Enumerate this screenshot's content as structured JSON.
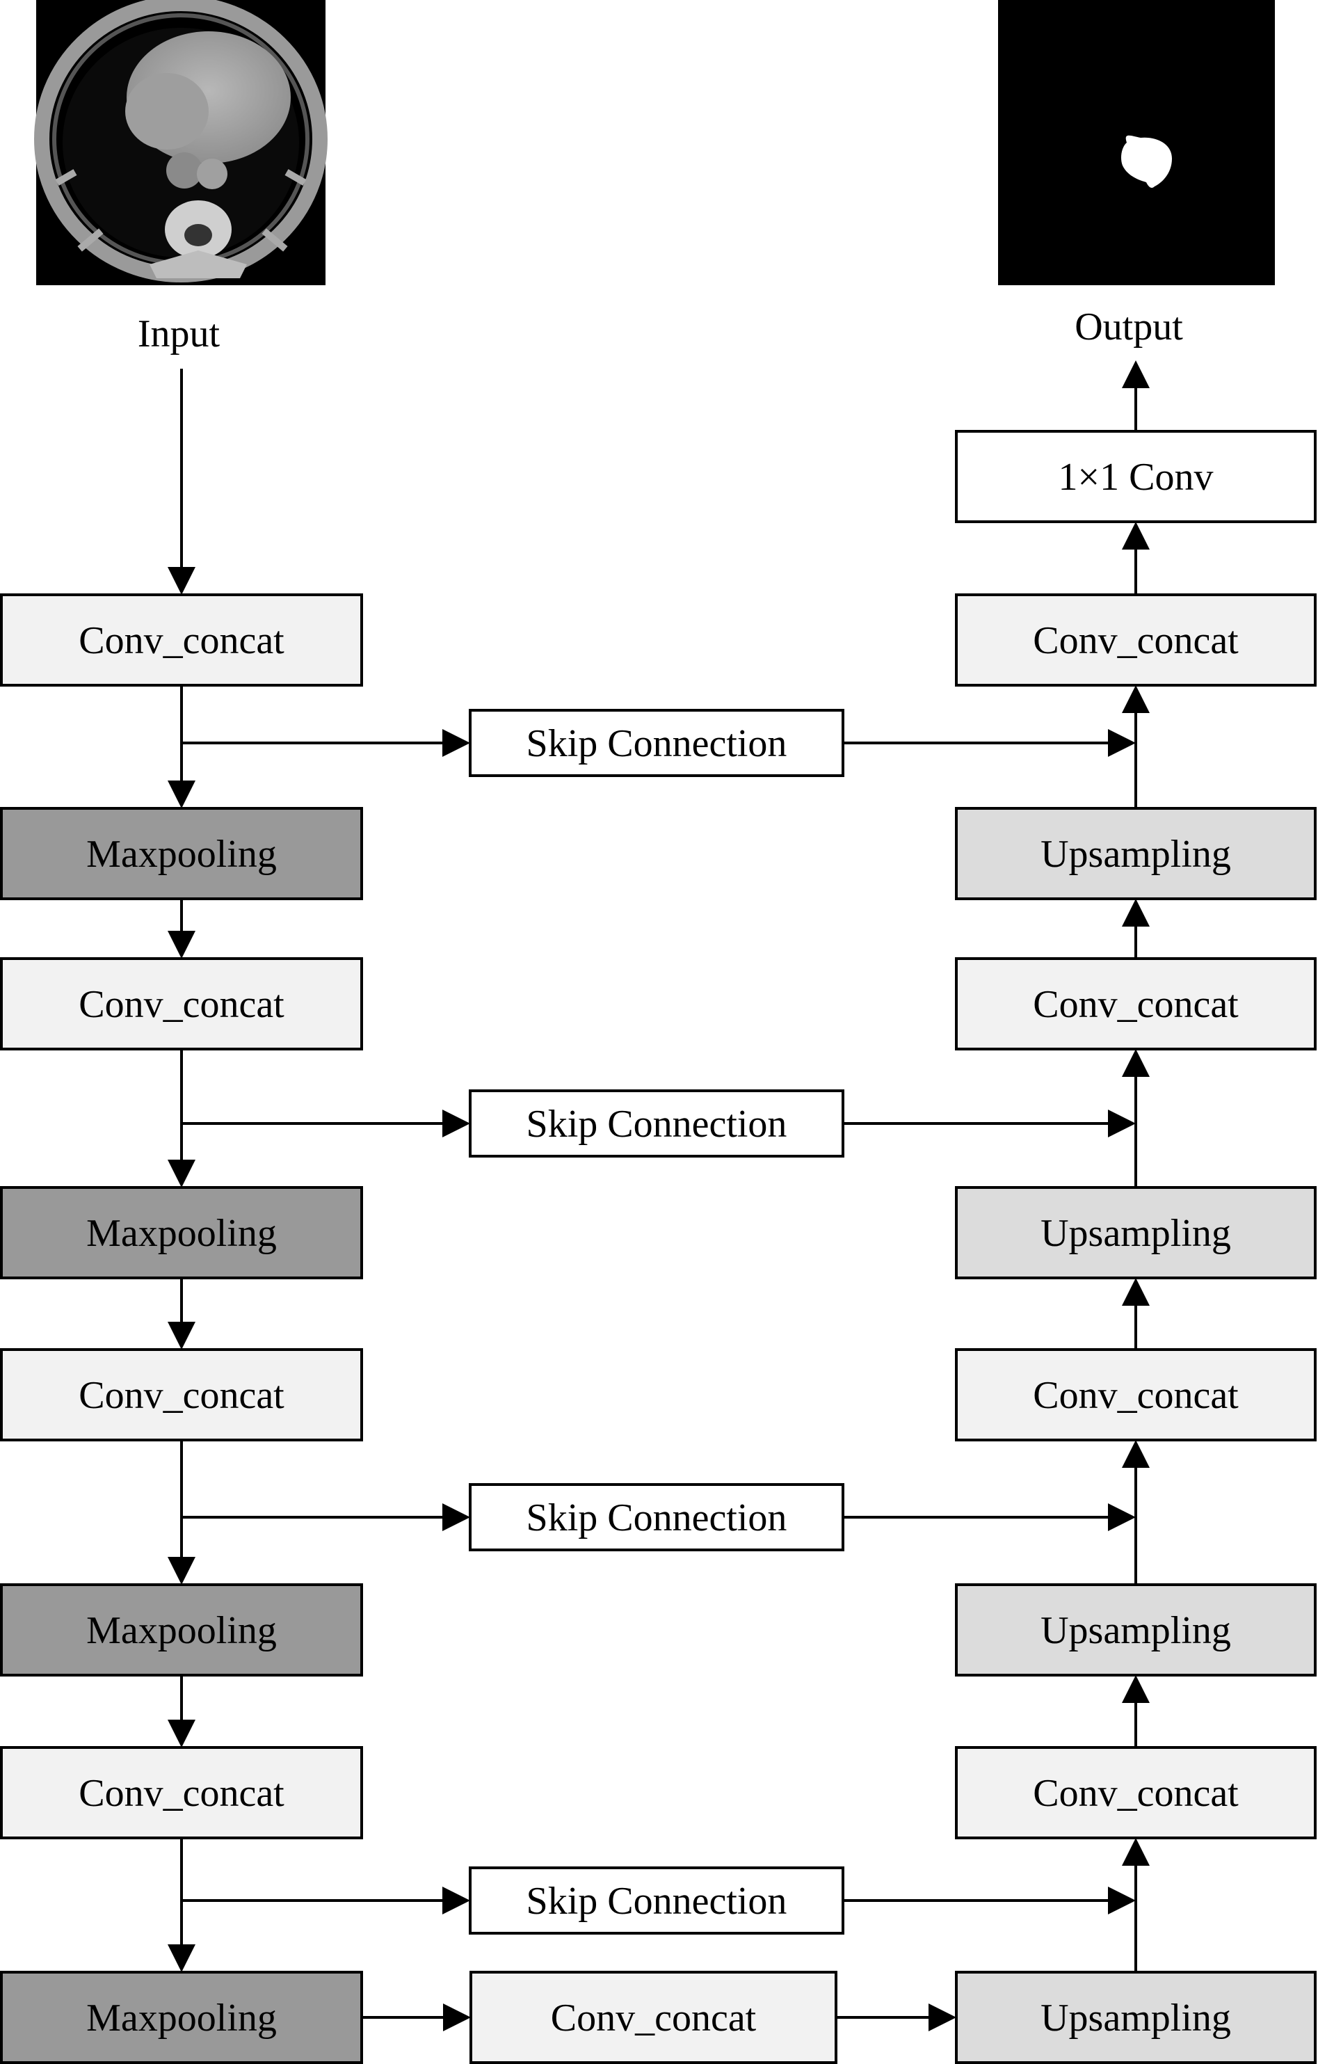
{
  "input_label": "Input",
  "output_label": "Output",
  "colors": {
    "conv": "#f2f2f2",
    "maxpool": "#999999",
    "upsample": "#dcdcdc",
    "skip": "#ffffff",
    "final": "#ffffff"
  },
  "encoder": [
    {
      "label": "Conv_concat",
      "kind": "conv"
    },
    {
      "label": "Maxpooling",
      "kind": "maxpool"
    },
    {
      "label": "Conv_concat",
      "kind": "conv"
    },
    {
      "label": "Maxpooling",
      "kind": "maxpool"
    },
    {
      "label": "Conv_concat",
      "kind": "conv"
    },
    {
      "label": "Maxpooling",
      "kind": "maxpool"
    },
    {
      "label": "Conv_concat",
      "kind": "conv"
    },
    {
      "label": "Maxpooling",
      "kind": "maxpool"
    }
  ],
  "bottleneck": {
    "label": "Conv_concat",
    "kind": "conv"
  },
  "decoder": [
    {
      "label": "Upsampling",
      "kind": "upsample"
    },
    {
      "label": "Conv_concat",
      "kind": "conv"
    },
    {
      "label": "Upsampling",
      "kind": "upsample"
    },
    {
      "label": "Conv_concat",
      "kind": "conv"
    },
    {
      "label": "Upsampling",
      "kind": "upsample"
    },
    {
      "label": "Conv_concat",
      "kind": "conv"
    },
    {
      "label": "Upsampling",
      "kind": "upsample"
    },
    {
      "label": "Conv_concat",
      "kind": "conv"
    },
    {
      "label": "1×1 Conv",
      "kind": "final"
    }
  ],
  "skip_connections": [
    "Skip Connection",
    "Skip Connection",
    "Skip Connection",
    "Skip Connection"
  ]
}
